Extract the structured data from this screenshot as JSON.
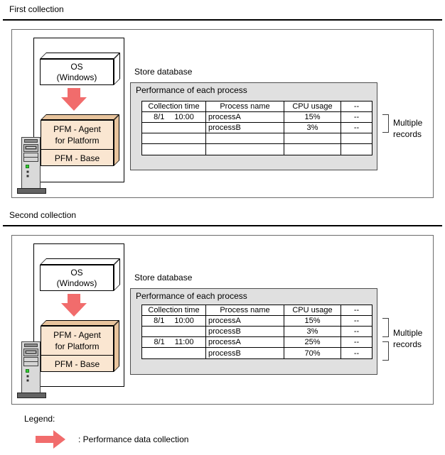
{
  "colors": {
    "arrow": "#F16C6C",
    "pfm_front": "#FAE6D1",
    "pfm_side": "#E8C49D",
    "store_panel_bg": "#E0E0E0",
    "panel_border": "#6B6B6B"
  },
  "section1": {
    "title": "First collection",
    "os": {
      "line1": "OS",
      "line2": "(Windows)"
    },
    "pfm": {
      "agent1": "PFM - Agent",
      "agent2": "for Platform",
      "base": "PFM - Base"
    },
    "store_label": "Store database",
    "table_title": "Performance of each process",
    "headers": {
      "time": "Collection time",
      "process": "Process name",
      "cpu": "CPU usage",
      "etc": "--"
    },
    "rows": [
      {
        "date": "8/1",
        "time": "10:00",
        "process": "processA",
        "cpu": "15%",
        "etc": "--"
      },
      {
        "date": "",
        "time": "",
        "process": "processB",
        "cpu": "3%",
        "etc": "--"
      },
      {
        "date": "",
        "time": "",
        "process": "",
        "cpu": "",
        "etc": ""
      },
      {
        "date": "",
        "time": "",
        "process": "",
        "cpu": "",
        "etc": ""
      }
    ],
    "note_line1": "Multiple",
    "note_line2": "records"
  },
  "section2": {
    "title": "Second collection",
    "os": {
      "line1": "OS",
      "line2": "(Windows)"
    },
    "pfm": {
      "agent1": "PFM - Agent",
      "agent2": "for Platform",
      "base": "PFM - Base"
    },
    "store_label": "Store database",
    "table_title": "Performance of each process",
    "headers": {
      "time": "Collection time",
      "process": "Process name",
      "cpu": "CPU usage",
      "etc": "--"
    },
    "rows": [
      {
        "date": "8/1",
        "time": "10:00",
        "process": "processA",
        "cpu": "15%",
        "etc": "--"
      },
      {
        "date": "",
        "time": "",
        "process": "processB",
        "cpu": "3%",
        "etc": "--"
      },
      {
        "date": "8/1",
        "time": "11:00",
        "process": "processA",
        "cpu": "25%",
        "etc": "--"
      },
      {
        "date": "",
        "time": "",
        "process": "processB",
        "cpu": "70%",
        "etc": "--"
      }
    ],
    "note_line1": "Multiple",
    "note_line2": "records"
  },
  "legend": {
    "title": "Legend:",
    "label": ": Performance data collection"
  }
}
